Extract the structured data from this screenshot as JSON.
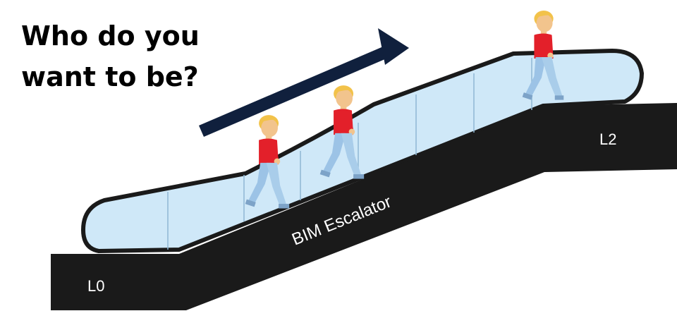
{
  "heading": {
    "line1": "Who do you",
    "line2": "want to be?"
  },
  "escalator": {
    "label": "BIM Escalator",
    "bottom_level": "L0",
    "top_level": "L2"
  },
  "colors": {
    "escalator_body": "#1a1a1a",
    "glass_fill": "#cfe8f8",
    "glass_outline": "#1a1a1a",
    "arrow": "#10203d",
    "shirt": "#e3202a",
    "jeans": "#9cc3e6",
    "skin": "#f2c48d",
    "hair": "#f2c24a"
  },
  "figures": [
    {
      "name": "person-walking-lower"
    },
    {
      "name": "person-walking-middle"
    },
    {
      "name": "person-standing-top"
    }
  ],
  "direction_arrow": "up-right-arrow"
}
